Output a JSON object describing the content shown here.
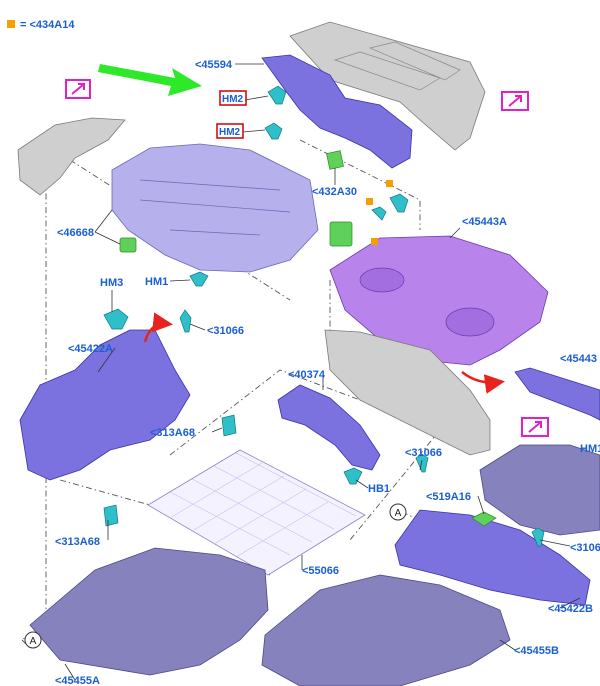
{
  "legend": {
    "marker_color": "#f5a000",
    "text": "= <434A14"
  },
  "callouts": [
    {
      "id": "c45594",
      "text": "<45594"
    },
    {
      "id": "cHM2a",
      "text": "HM2"
    },
    {
      "id": "cHM2b",
      "text": "HM2"
    },
    {
      "id": "c432A30",
      "text": "<432A30"
    },
    {
      "id": "c46668",
      "text": "<46668"
    },
    {
      "id": "cHM1",
      "text": "HM1"
    },
    {
      "id": "c45443A",
      "text": "<45443A"
    },
    {
      "id": "cHM3",
      "text": "HM3"
    },
    {
      "id": "c31066a",
      "text": "<31066"
    },
    {
      "id": "c45422A",
      "text": "<45422A"
    },
    {
      "id": "c45443r",
      "text": "<45443"
    },
    {
      "id": "c40374",
      "text": "<40374"
    },
    {
      "id": "c313A68a",
      "text": "<313A68"
    },
    {
      "id": "cHB1",
      "text": "HB1"
    },
    {
      "id": "c31066b",
      "text": "<31066"
    },
    {
      "id": "c519A16",
      "text": "<519A16"
    },
    {
      "id": "cHM1r",
      "text": "HM1"
    },
    {
      "id": "c31066c",
      "text": "<3106"
    },
    {
      "id": "c313A68b",
      "text": "<313A68"
    },
    {
      "id": "c55066",
      "text": "<55066"
    },
    {
      "id": "c45422B",
      "text": "<45422B"
    },
    {
      "id": "c45455B",
      "text": "<45455B"
    },
    {
      "id": "c45455A",
      "text": "<45455A"
    }
  ],
  "circle_markers": [
    {
      "id": "mA1",
      "text": "A"
    },
    {
      "id": "mA2",
      "text": "A"
    }
  ],
  "colors": {
    "label": "#1a5fd0",
    "highlight_box": "#d01010",
    "arrow_green": "#2ee82a",
    "arrow_red": "#e8231e",
    "magenta": "#e020c8"
  }
}
